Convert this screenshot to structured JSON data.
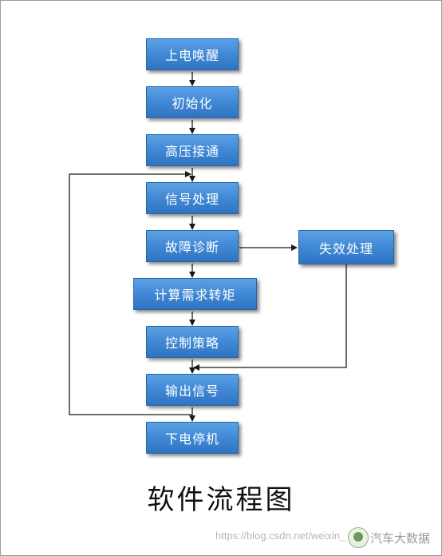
{
  "flow": {
    "steps": [
      "上电唤醒",
      "初始化",
      "高压接通",
      "信号处理",
      "故障诊断",
      "计算需求转矩",
      "控制策略",
      "输出信号",
      "下电停机"
    ],
    "side_step": "失效处理"
  },
  "caption": "软件流程图",
  "watermark": {
    "url": "https://blog.csdn.net/weixin_",
    "brand": "汽车大数据"
  },
  "colors": {
    "box_fill": "#3f86d3",
    "box_border": "#2a65aa",
    "box_text": "#ffffff",
    "connector": "#1a1a1a"
  }
}
